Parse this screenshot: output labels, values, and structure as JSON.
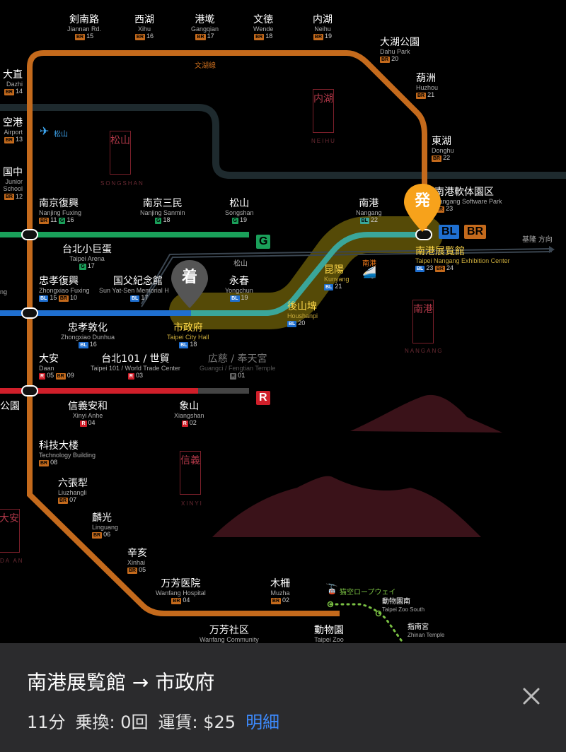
{
  "route": {
    "title": "南港展覧館 → 市政府",
    "duration": "11分",
    "transfers": "乗換: 0回",
    "fare": "運賃: $25",
    "detail_label": "明細"
  },
  "pins": {
    "origin": "発",
    "destination": "着"
  },
  "line_badges": {
    "g": "G",
    "r": "R",
    "bl": "BL",
    "br": "BR"
  },
  "line_names": {
    "wenhu": "文湖線",
    "keelung": "基隆 方向",
    "ropeway": "猫空ロープウェイ",
    "nangang_hsr": "南港"
  },
  "airport": "松山",
  "districts": {
    "neihu": {
      "ja": "内湖",
      "en": "NEIHU"
    },
    "songshan": {
      "ja": "松山",
      "en": "SONGSHAN"
    },
    "nangang": {
      "ja": "南港",
      "en": "NANGANG"
    },
    "xinyi": {
      "ja": "信義",
      "en": "XINYI"
    },
    "daan": {
      "ja": "大安",
      "en": "DA AN"
    }
  },
  "stations": {
    "jiannan": {
      "ja": "剣南路",
      "en": "Jiannan Rd.",
      "code": "15"
    },
    "xihu": {
      "ja": "西湖",
      "en": "Xihu",
      "code": "16"
    },
    "gangqian": {
      "ja": "港墘",
      "en": "Gangqian",
      "code": "17"
    },
    "wende": {
      "ja": "文徳",
      "en": "Wende",
      "code": "18"
    },
    "neihu": {
      "ja": "内湖",
      "en": "Neihu",
      "code": "19"
    },
    "dahu": {
      "ja": "大湖公園",
      "en": "Dahu Park",
      "code": "20"
    },
    "huzhou": {
      "ja": "葫洲",
      "en": "Huzhou",
      "code": "21"
    },
    "donghu": {
      "ja": "東湖",
      "en": "Donghu",
      "code": "22"
    },
    "nangang_sp": {
      "ja": "南港軟体園区",
      "en": "Nangang Software Park",
      "code": "23"
    },
    "dazhi": {
      "ja": "大直",
      "en": "Dazhi",
      "code": "14"
    },
    "airport": {
      "ja": "空港",
      "en": "Airport",
      "code": "13"
    },
    "junior": {
      "ja": "国中",
      "en": "Junior School",
      "code": "12"
    },
    "nanjing_fx": {
      "ja": "南京復興",
      "en": "Nanjing Fuxing",
      "code": "11",
      "code2": "16"
    },
    "nanjing_sm": {
      "ja": "南京三民",
      "en": "Nanjing Sanmin",
      "code": "18"
    },
    "songshan": {
      "ja": "松山",
      "en": "Songshan",
      "code": "19"
    },
    "nangang": {
      "ja": "南港",
      "en": "Nangang",
      "code": "22"
    },
    "arena": {
      "ja": "台北小巨蛋",
      "en": "Taipei Arena",
      "code": "17"
    },
    "songshan_sub": {
      "ja": "松山"
    },
    "zhongxiao_fx": {
      "ja": "忠孝復興",
      "en": "Zhongxiao Fuxing",
      "code": "15",
      "code2": "10"
    },
    "sys_memorial": {
      "ja": "国父紀念館",
      "en": "Sun Yat-Sen Memorial H",
      "code": "17"
    },
    "yongchun": {
      "ja": "永春",
      "en": "Yongchun",
      "code": "19"
    },
    "kunyang": {
      "ja": "昆陽",
      "en": "Kunyang",
      "code": "21"
    },
    "houshanpi": {
      "ja": "後山埤",
      "en": "Houshanpi",
      "code": "20"
    },
    "nangang_ex": {
      "ja": "南港展覧館",
      "en": "Taipei Nangang Exhibition Center",
      "code": "23",
      "code2": "24"
    },
    "zhongxiao_dh": {
      "ja": "忠孝敦化",
      "en": "Zhongxiao Dunhua",
      "code": "16"
    },
    "city_hall": {
      "ja": "市政府",
      "en": "Taipei City Hall",
      "code": "18"
    },
    "daan": {
      "ja": "大安",
      "en": "Daan",
      "code": "05",
      "code2": "09"
    },
    "taipei101": {
      "ja": "台北101 / 世貿",
      "en": "Taipei 101 / World Trade Center",
      "code": "03"
    },
    "guangci": {
      "ja": "広慈 / 奉天宮",
      "en": "Guangci / Fengtian Temple",
      "code": "01"
    },
    "xinyi_anhe": {
      "ja": "信義安和",
      "en": "Xinyi Anhe",
      "code": "04"
    },
    "xiangshan": {
      "ja": "象山",
      "en": "Xiangshan",
      "code": "02"
    },
    "tech_bldg": {
      "ja": "科技大楼",
      "en": "Technology Building",
      "code": "08"
    },
    "liuzhangli": {
      "ja": "六張犁",
      "en": "Liuzhangli",
      "code": "07"
    },
    "linguang": {
      "ja": "麟光",
      "en": "Linguang",
      "code": "06"
    },
    "xinhai": {
      "ja": "辛亥",
      "en": "Xinhai",
      "code": "05"
    },
    "wanfang_h": {
      "ja": "万芳医院",
      "en": "Wanfang Hospital",
      "code": "04"
    },
    "muzha": {
      "ja": "木柵",
      "en": "Muzha",
      "code": "02"
    },
    "wanfang_c": {
      "ja": "万芳社区",
      "en": "Wanfang Community"
    },
    "zoo": {
      "ja": "動物園",
      "en": "Taipei Zoo"
    },
    "zoo_south": {
      "ja": "動物園南",
      "en": "Taipei Zoo South"
    },
    "zhinan": {
      "ja": "指南宮",
      "en": "Zhinan Temple"
    },
    "left_zhong": {
      "ja": "ng"
    },
    "left_gongyuan": {
      "ja": "公園"
    }
  },
  "colors": {
    "brown": "#c46a1c",
    "blue": "#1f6fd0",
    "teal": "#3aa69a",
    "green": "#1aa05a",
    "red": "#d01f2a",
    "highlight": "#6b5a0a",
    "pin_orange": "#f7a21b",
    "link": "#3d8bff"
  }
}
